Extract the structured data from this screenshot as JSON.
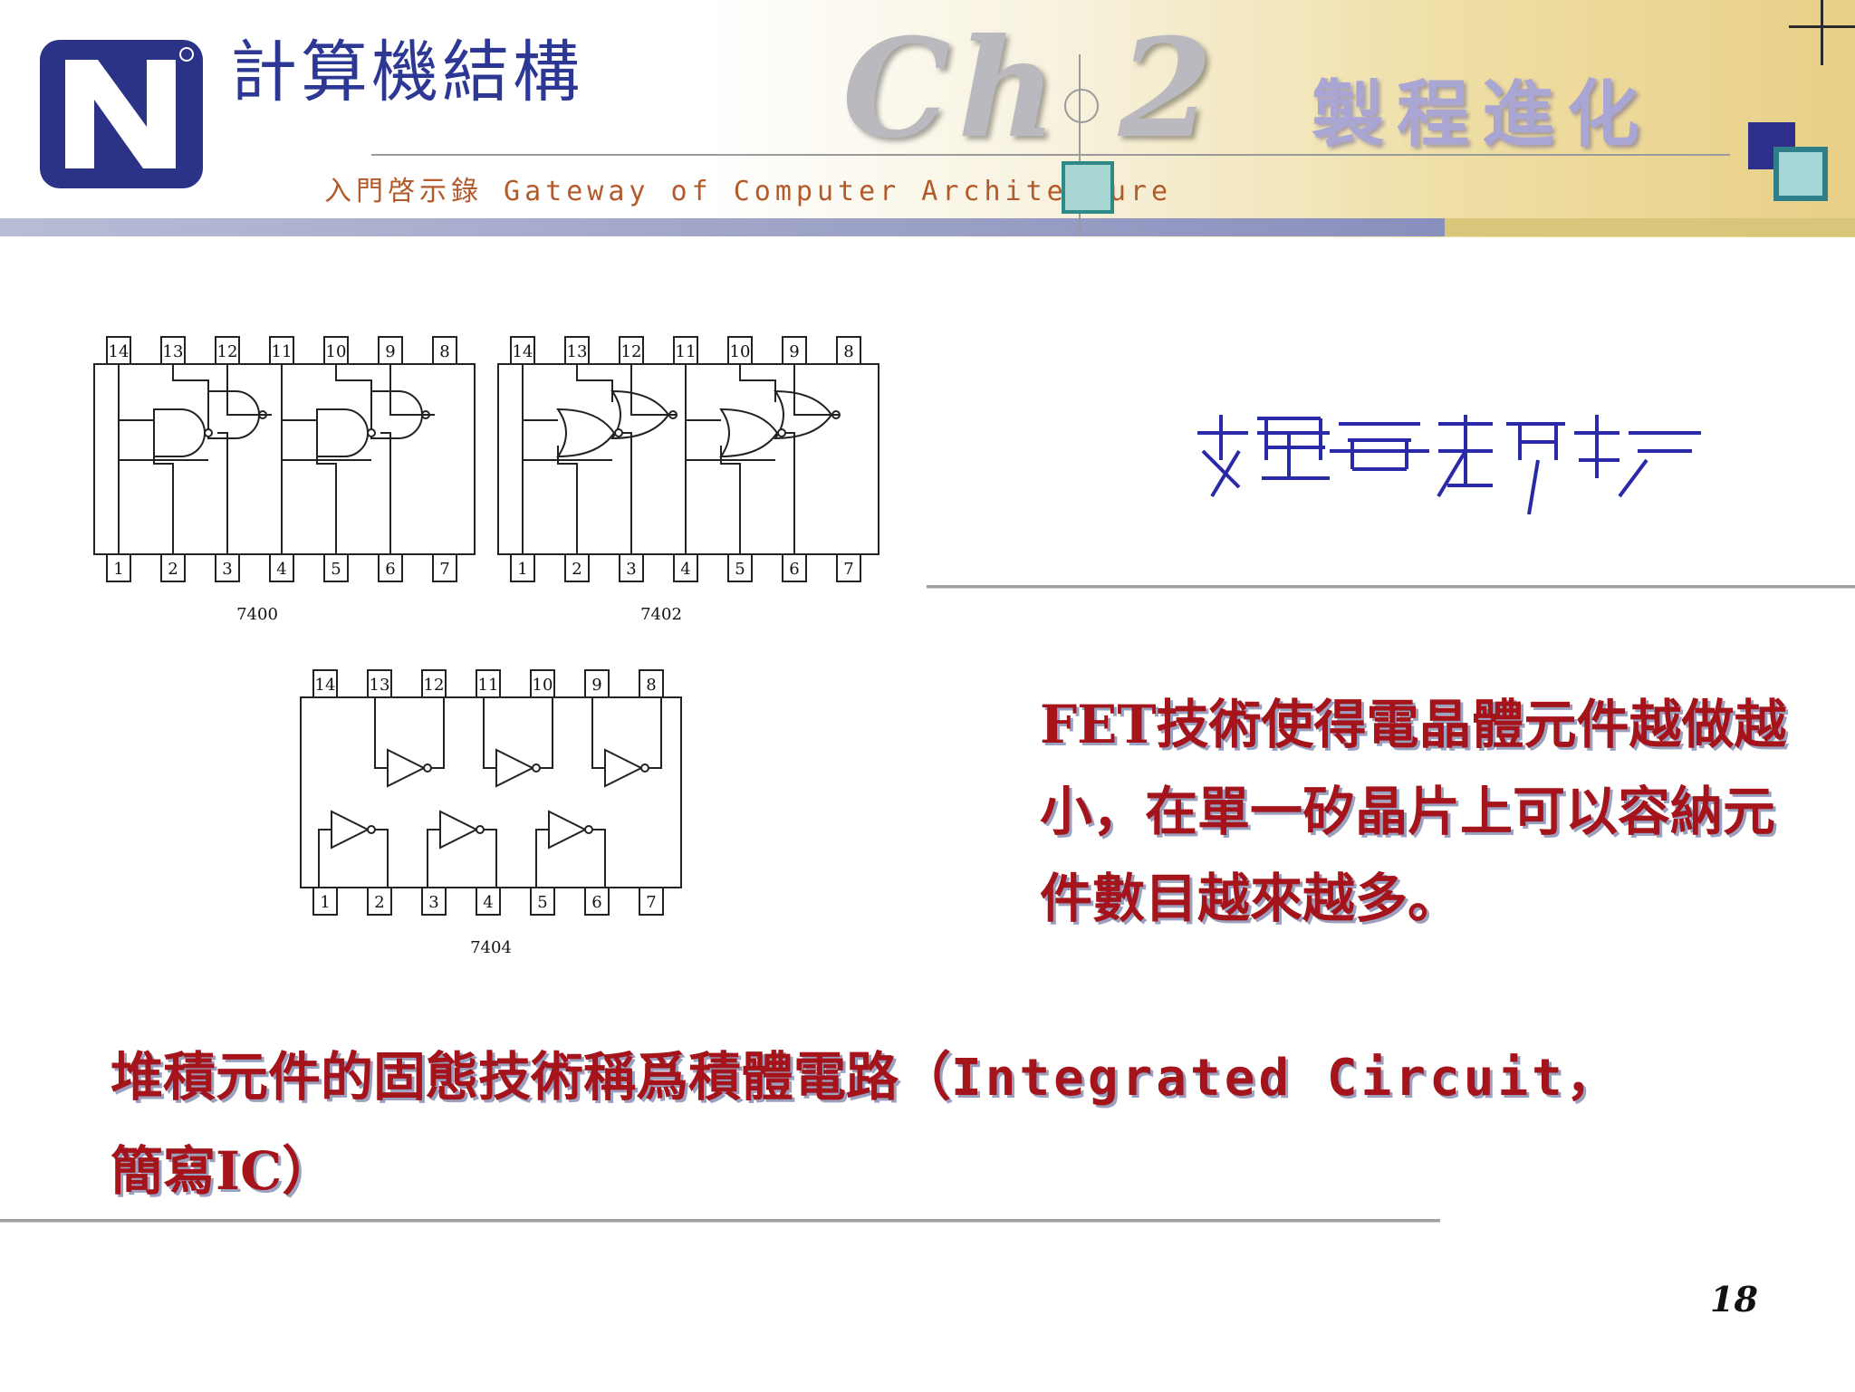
{
  "header": {
    "book_title": "計算機結構",
    "subtitle": "入門啓示錄 Gateway of Computer Architecture",
    "chapter": "Ch 2",
    "chapter_title": "製程進化"
  },
  "chips": [
    {
      "name": "7400",
      "top_pins": [
        "14",
        "13",
        "12",
        "11",
        "10",
        "9",
        "8"
      ],
      "bottom_pins": [
        "1",
        "2",
        "3",
        "4",
        "5",
        "6",
        "7"
      ],
      "gate": "nand"
    },
    {
      "name": "7402",
      "top_pins": [
        "14",
        "13",
        "12",
        "11",
        "10",
        "9",
        "8"
      ],
      "bottom_pins": [
        "1",
        "2",
        "3",
        "4",
        "5",
        "6",
        "7"
      ],
      "gate": "nor"
    },
    {
      "name": "7404",
      "top_pins": [
        "14",
        "13",
        "12",
        "11",
        "10",
        "9",
        "8"
      ],
      "bottom_pins": [
        "1",
        "2",
        "3",
        "4",
        "5",
        "6",
        "7"
      ],
      "gate": "not"
    }
  ],
  "body": {
    "paragraph": "FET技術使得電晶體元件越做越小，在單一矽晶片上可以容納元件數目越來越多。",
    "caption_zh": "堆積元件的固態技術稱爲積體電路（",
    "caption_en": "Integrated Circuit，",
    "caption_tail": "簡寫IC）"
  },
  "page_number": "18",
  "colors": {
    "accent_red": "#a4141a",
    "header_blue": "#2d3894",
    "chapter_purple": "#a9a6d3"
  }
}
